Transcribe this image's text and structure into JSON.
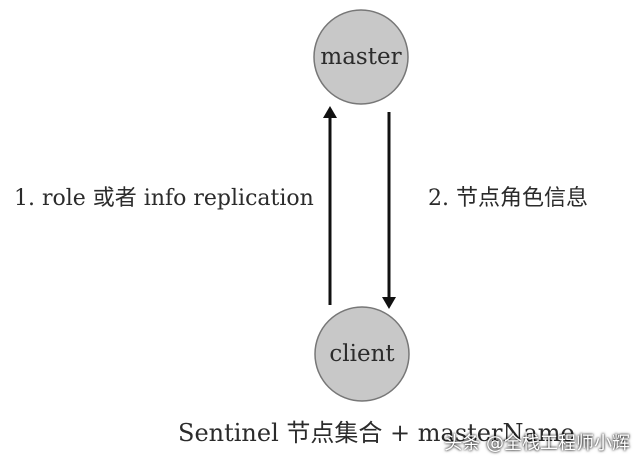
{
  "nodes": {
    "master": {
      "label": "master"
    },
    "client": {
      "label": "client"
    }
  },
  "edges": {
    "client_to_master": {
      "label": "1. role 或者 info replication"
    },
    "master_to_client": {
      "label": "2. 节点角色信息"
    }
  },
  "caption": "Sentinel 节点集合 + masterName",
  "watermark": "头条 @全栈工程师小辉",
  "colors": {
    "node_fill": "#c8c8c8",
    "node_stroke": "#777777",
    "arrow": "#111111",
    "text": "#2b2b2b"
  }
}
